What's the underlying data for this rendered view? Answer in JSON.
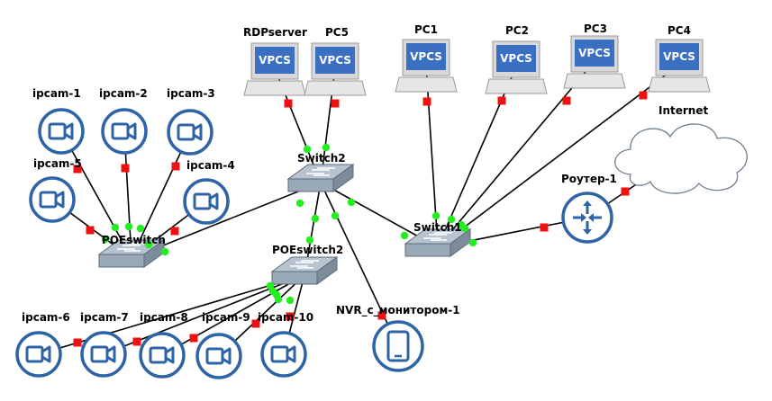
{
  "colors": {
    "link": "#000000",
    "port_up": "#22ee22",
    "port_down": "#ee1111",
    "device_blue": "#2e63a6",
    "switch_fill": "#9aa9b8",
    "pc_screen": "#3b6fc2"
  },
  "nodes": {
    "ipcam1": {
      "label": "ipcam-1",
      "icon": "camera-icon"
    },
    "ipcam2": {
      "label": "ipcam-2",
      "icon": "camera-icon"
    },
    "ipcam3": {
      "label": "ipcam-3",
      "icon": "camera-icon"
    },
    "ipcam4": {
      "label": "ipcam-4",
      "icon": "camera-icon"
    },
    "ipcam5": {
      "label": "ipcam-5",
      "icon": "camera-icon"
    },
    "ipcam6": {
      "label": "ipcam-6",
      "icon": "camera-icon"
    },
    "ipcam7": {
      "label": "ipcam-7",
      "icon": "camera-icon"
    },
    "ipcam8": {
      "label": "ipcam-8",
      "icon": "camera-icon"
    },
    "ipcam9": {
      "label": "ipcam-9",
      "icon": "camera-icon"
    },
    "ipcam10": {
      "label": "ipcam-10",
      "icon": "camera-icon"
    },
    "poeswitch": {
      "label": "POEswitch",
      "icon": "switch-icon"
    },
    "poeswitch2": {
      "label": "POEswitch2",
      "icon": "switch-icon"
    },
    "switch2": {
      "label": "Switch2",
      "icon": "switch-icon"
    },
    "switch1": {
      "label": "Switch1",
      "icon": "switch-icon"
    },
    "rdpserver": {
      "label": "RDPserver",
      "screen_text": "VPCS",
      "icon": "pc-icon"
    },
    "pc5": {
      "label": "PC5",
      "screen_text": "VPCS",
      "icon": "pc-icon"
    },
    "pc1": {
      "label": "PC1",
      "screen_text": "VPCS",
      "icon": "pc-icon"
    },
    "pc2": {
      "label": "PC2",
      "screen_text": "VPCS",
      "icon": "pc-icon"
    },
    "pc3": {
      "label": "PC3",
      "screen_text": "VPCS",
      "icon": "pc-icon"
    },
    "pc4": {
      "label": "PC4",
      "screen_text": "VPCS",
      "icon": "pc-icon"
    },
    "router": {
      "label": "Роутер-1",
      "icon": "router-icon"
    },
    "internet": {
      "label": "Internet",
      "icon": "cloud-icon"
    },
    "nvr": {
      "label": "NVR_с_монитором-1",
      "icon": "tablet-icon"
    }
  },
  "links": [
    {
      "from": "ipcam1",
      "to": "poeswitch",
      "state_from": "down",
      "state_to": "up"
    },
    {
      "from": "ipcam2",
      "to": "poeswitch",
      "state_from": "down",
      "state_to": "up"
    },
    {
      "from": "ipcam3",
      "to": "poeswitch",
      "state_from": "down",
      "state_to": "up"
    },
    {
      "from": "ipcam4",
      "to": "poeswitch",
      "state_from": "down",
      "state_to": "up"
    },
    {
      "from": "ipcam5",
      "to": "poeswitch",
      "state_from": "down",
      "state_to": "up"
    },
    {
      "from": "switch2",
      "to": "poeswitch",
      "state_from": "up",
      "state_to": "up"
    },
    {
      "from": "rdpserver",
      "to": "switch2",
      "state_from": "down",
      "state_to": "up"
    },
    {
      "from": "pc5",
      "to": "switch2",
      "state_from": "down",
      "state_to": "up"
    },
    {
      "from": "switch2",
      "to": "poeswitch2",
      "state_from": "up",
      "state_to": "up"
    },
    {
      "from": "switch2",
      "to": "nvr",
      "state_from": "up",
      "state_to": "down"
    },
    {
      "from": "switch2",
      "to": "switch1",
      "state_from": "up",
      "state_to": "up"
    },
    {
      "from": "pc1",
      "to": "switch1",
      "state_from": "down",
      "state_to": "up"
    },
    {
      "from": "pc2",
      "to": "switch1",
      "state_from": "down",
      "state_to": "up"
    },
    {
      "from": "pc3",
      "to": "switch1",
      "state_from": "down",
      "state_to": "up"
    },
    {
      "from": "pc4",
      "to": "switch1",
      "state_from": "down",
      "state_to": "up"
    },
    {
      "from": "switch1",
      "to": "router",
      "state_from": "up",
      "state_to": "down"
    },
    {
      "from": "router",
      "to": "internet",
      "state_from": "down",
      "state_to": "none"
    },
    {
      "from": "ipcam6",
      "to": "poeswitch2",
      "state_from": "down",
      "state_to": "up"
    },
    {
      "from": "ipcam7",
      "to": "poeswitch2",
      "state_from": "down",
      "state_to": "up"
    },
    {
      "from": "ipcam8",
      "to": "poeswitch2",
      "state_from": "down",
      "state_to": "up"
    },
    {
      "from": "ipcam9",
      "to": "poeswitch2",
      "state_from": "down",
      "state_to": "up"
    },
    {
      "from": "ipcam10",
      "to": "poeswitch2",
      "state_from": "down",
      "state_to": "up"
    }
  ]
}
